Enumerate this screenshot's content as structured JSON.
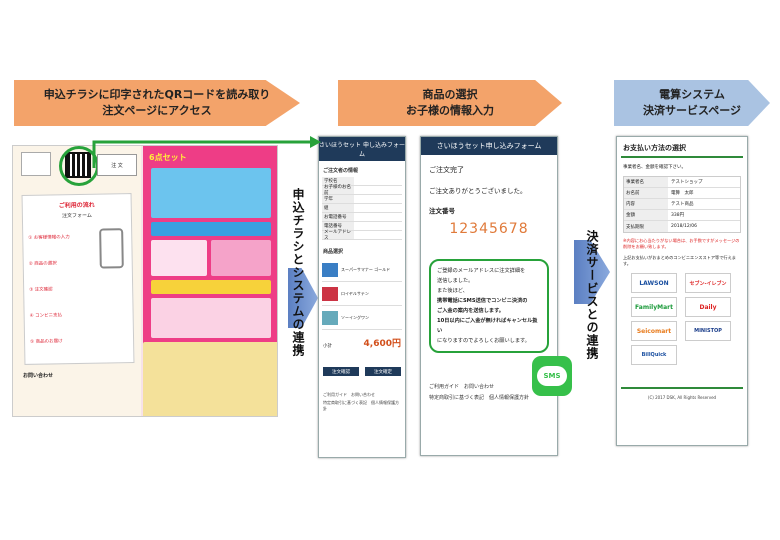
{
  "banners": {
    "b1_line1": "申込チラシに印字されたQRコードを読み取り",
    "b1_line2": "注文ページにアクセス",
    "b2_line1": "商品の選択",
    "b2_line2": "お子様の情報入力",
    "b3_line1": "電算システム",
    "b3_line2": "決済サービスページ"
  },
  "connectors": {
    "c1": "申込チラシとシステムの連携",
    "c2": "決済サービスとの連携"
  },
  "flyer": {
    "form_title": "ご利用の流れ",
    "sub_title": "注文フォーム",
    "steps": [
      "① お客様情報の入力",
      "② 商品の選択",
      "③ 注文確認",
      "④ コンビニ支払",
      "⑤ 商品のお届け"
    ],
    "right_title": "6点セット",
    "footer": "お問い合わせ",
    "stamp": "注 文"
  },
  "phone1": {
    "header": "さいほうセット 申し込みフォーム",
    "section1": "ご注文者の情報",
    "fields": [
      "学校名",
      "お子様のお名前",
      "学年",
      "組",
      "お電話番号",
      "電話番号",
      "メールアドレス"
    ],
    "section2": "商品選択",
    "items": [
      "スーパーサマナー ゴールド",
      "ロイヤルサテン",
      "ソーイングワン"
    ],
    "price_label": "小計",
    "total": "4,600円",
    "btn1": "注文確認",
    "btn2": "注文確定",
    "footer1": "ご利用ガイド　お問い合わせ",
    "footer2": "特定商取引に基づく表記　個人情報保護方針"
  },
  "phone2": {
    "header": "さいほうセット申し込みフォーム",
    "done": "ご注文完了",
    "thanks": "ご注文ありがとうございました。",
    "order_label": "注文番号",
    "order_no": "12345678",
    "msg1": "ご登録のメールアドレスに注文詳細を",
    "msg2": "送信しました。",
    "msg3": "また後ほど、",
    "msg4": "携帯電話にSMS送信でコンビニ決済の",
    "msg5": "ご入金の案内を送信します。",
    "msg6": "10日以内にご入金が無ければキャンセル扱い",
    "msg7": "になりますのでよろしくお願いします。",
    "sms": "SMS",
    "footer1": "ご利用ガイド　お問い合わせ",
    "footer2": "特定商取引に基づく表記　個人情報保護方針"
  },
  "phone3": {
    "title": "お支払い方法の選択",
    "lead": "事業者名、金額を確認下さい。",
    "rows": [
      {
        "k": "事業者名",
        "v": "テストショップ"
      },
      {
        "k": "お名前",
        "v": "電算　太郎"
      },
      {
        "k": "内容",
        "v": "テスト商品"
      },
      {
        "k": "金額",
        "v": "338円"
      },
      {
        "k": "支払期限",
        "v": "2018/12/06"
      }
    ],
    "warn": "※内容にお心当たりがない場合は、お手数ですがメッセージの削除をお願い致します。",
    "note": "上記お支払いがおまとめのコンビニエンスストア等で行えます。",
    "stores": [
      "LAWSON",
      "セブン-イレブン",
      "FamilyMart",
      "Daily",
      "Seicomart",
      "MINISTOP",
      "BillQuick"
    ],
    "copyright": "(C) 2017 DSK, All Rights Reserved"
  }
}
